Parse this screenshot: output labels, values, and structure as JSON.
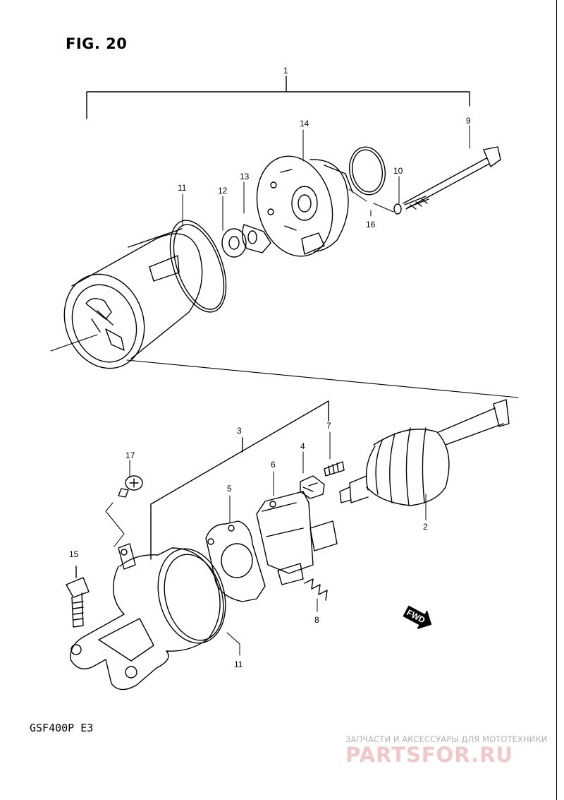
{
  "figure": {
    "title": "FIG. 20"
  },
  "model_code": "GSF400P  E3",
  "fwd_label": "FWD",
  "watermark": {
    "caption": "ЗАПЧАСТИ И АКСЕССУАРЫ ДЛЯ МОТОТЕХНИКИ",
    "logo": "PARTSFOR.RU"
  },
  "callouts": {
    "c1": "1",
    "c2": "2",
    "c3": "3",
    "c4": "4",
    "c5": "5",
    "c6": "6",
    "c7": "7",
    "c8": "8",
    "c9": "9",
    "c10": "10",
    "c11a": "11",
    "c11b": "11",
    "c12": "12",
    "c13": "13",
    "c14": "14",
    "c15": "15",
    "c16": "16",
    "c17": "17"
  }
}
